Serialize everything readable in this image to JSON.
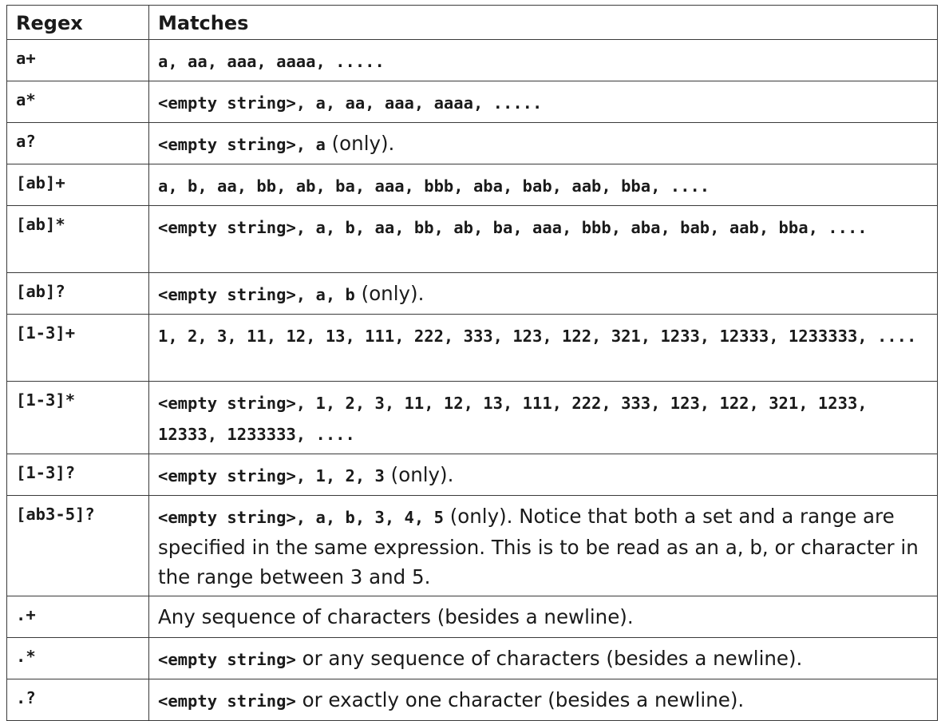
{
  "table": {
    "headers": {
      "regex": "Regex",
      "matches": "Matches"
    },
    "rows": [
      {
        "regex": "a+",
        "code": "a, aa, aaa, aaaa, .....",
        "text": ""
      },
      {
        "regex": "a*",
        "code": "<empty string>, a, aa, aaa, aaaa, .....",
        "text": ""
      },
      {
        "regex": "a?",
        "code": "<empty string>, a",
        "text": " (only)."
      },
      {
        "regex": "[ab]+",
        "code": "a, b, aa, bb, ab, ba, aaa, bbb, aba, bab, aab, bba, ....",
        "text": ""
      },
      {
        "regex": "[ab]*",
        "code": "<empty string>, a, b, aa, bb, ab, ba, aaa, bbb, aba, bab, aab, bba, ....",
        "text": ""
      },
      {
        "regex": "[ab]?",
        "code": "<empty string>, a, b",
        "text": " (only)."
      },
      {
        "regex": "[1-3]+",
        "code": "1, 2, 3, 11, 12, 13, 111, 222, 333, 123, 122, 321, 1233, 12333, 1233333, ....",
        "text": ""
      },
      {
        "regex": "[1-3]*",
        "code": "<empty string>, 1, 2, 3, 11, 12, 13, 111, 222, 333, 123, 122, 321, 1233, 12333, 1233333, ....",
        "text": ""
      },
      {
        "regex": "[1-3]?",
        "code": "<empty string>, 1, 2, 3",
        "text": " (only)."
      },
      {
        "regex": "[ab3-5]?",
        "code": "<empty string>, a, b, 3, 4, 5",
        "text": " (only). Notice that both a set and a range are specified in the same expression. This is to be read as an a, b, or character in the range between 3 and 5."
      },
      {
        "regex": ".+",
        "code": "",
        "text": "Any sequence of characters (besides a newline)."
      },
      {
        "regex": ".*",
        "code": "<empty string>",
        "text": " or any sequence of characters (besides a newline)."
      },
      {
        "regex": ".?",
        "code": "<empty string>",
        "text": " or exactly one character (besides a newline)."
      }
    ]
  }
}
